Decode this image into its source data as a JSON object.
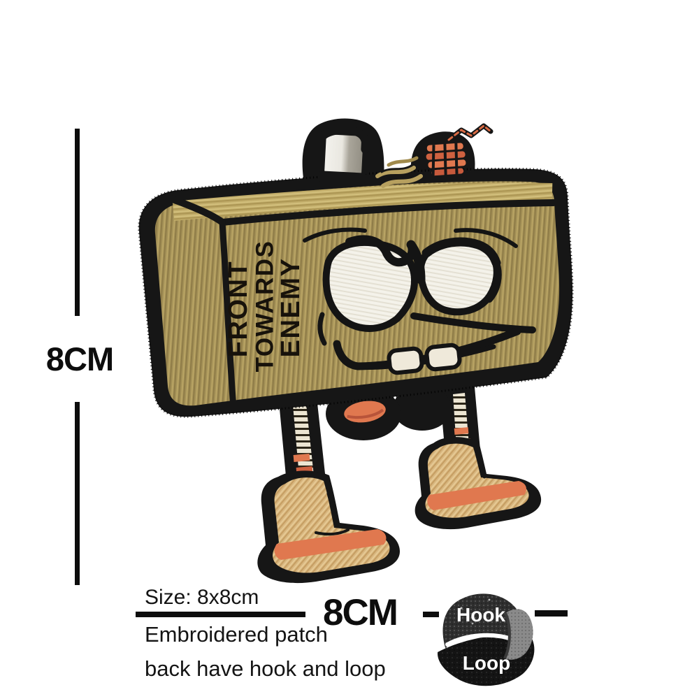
{
  "measurements": {
    "vertical_label": "8CM",
    "horizontal_label": "8CM"
  },
  "caption": {
    "size": "Size: 8x8cm",
    "material": "Embroidered patch",
    "backing": "back have hook and loop"
  },
  "patch_text": {
    "word1": "FRONT",
    "word2": "TOWARDS",
    "word3": "ENEMY"
  },
  "velcro": {
    "hook_label": "Hook",
    "loop_label": "Loop"
  },
  "colors": {
    "annotation": "#0d0d0d",
    "outline_black": "#161616",
    "body_tan": "#a49157",
    "body_tan_light": "#b9a464",
    "boot_tan": "#d8b67f",
    "accent_orange": "#e0784f",
    "accent_orange_dark": "#cf6140",
    "eye_white": "#f4f2ea",
    "gold_wire": "#b7a05f"
  }
}
